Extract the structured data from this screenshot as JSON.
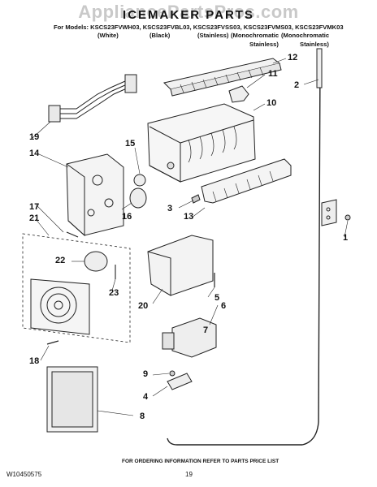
{
  "watermark": "AppliancePartsPros.com",
  "title": "ICEMAKER PARTS",
  "models_line": "For Models: KSCS23FVWH03, KSCS23FVBL03, KSCS23FVSS03, KSCS23FVMS03, KSCS23FVMK03",
  "columns": [
    {
      "line1": "(White)",
      "line2": ""
    },
    {
      "line1": "(Black)",
      "line2": ""
    },
    {
      "line1": "(Stainless)",
      "line2": ""
    },
    {
      "line1": "(Monochromatic",
      "line2": "Stainless)"
    },
    {
      "line1": "(Monochromatic",
      "line2": "Stainless)"
    }
  ],
  "callouts": [
    "1",
    "2",
    "3",
    "4",
    "5",
    "6",
    "7",
    "8",
    "9",
    "10",
    "11",
    "12",
    "13",
    "14",
    "15",
    "16",
    "17",
    "18",
    "19",
    "20",
    "21",
    "22",
    "23"
  ],
  "footer": {
    "doc_number": "W10450575",
    "note": "FOR ORDERING INFORMATION REFER TO PARTS PRICE LIST",
    "page": "19"
  }
}
